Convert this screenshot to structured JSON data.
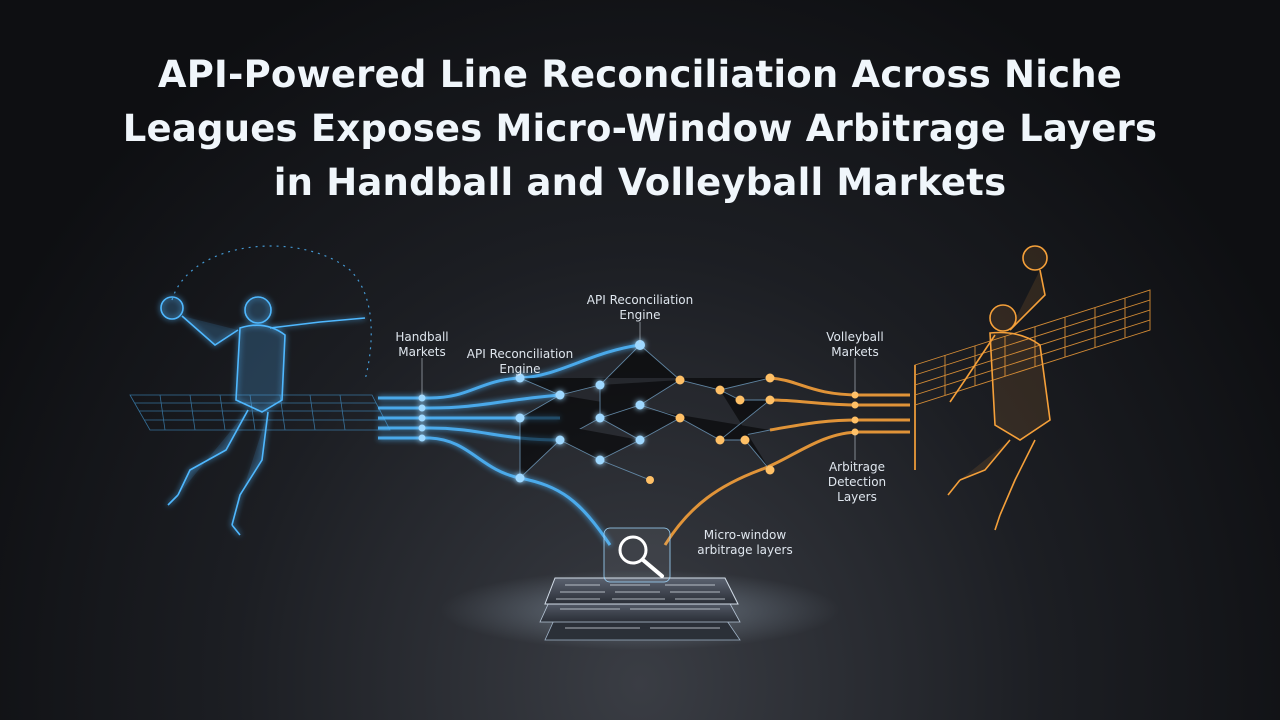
{
  "title": {
    "line1": "API-Powered Line Reconciliation Across Niche",
    "line2": "Leagues Exposes Micro-Window Arbitrage Layers",
    "line3": "in Handball and Volleyball Markets"
  },
  "labels": {
    "handball_markets": [
      "Handball",
      "Markets"
    ],
    "api_engine_left": [
      "API Reconciliation",
      "Engine"
    ],
    "api_engine_top": [
      "API Reconciliation",
      "Engine"
    ],
    "volleyball_markets": [
      "Volleyball",
      "Markets"
    ],
    "arbitrage_detection": [
      "Arbitrage",
      "Detection",
      "Layers"
    ],
    "micro_window": [
      "Micro-window",
      "arbitrage layers"
    ]
  },
  "colors": {
    "handball_blue": "#4fb8ff",
    "volleyball_orange": "#f5a03a",
    "background": "#15171b"
  },
  "icons": [
    "handball-player-wireframe",
    "volleyball-player-wireframe",
    "volleyball-net",
    "magnifier-icon",
    "data-panel-stack"
  ]
}
